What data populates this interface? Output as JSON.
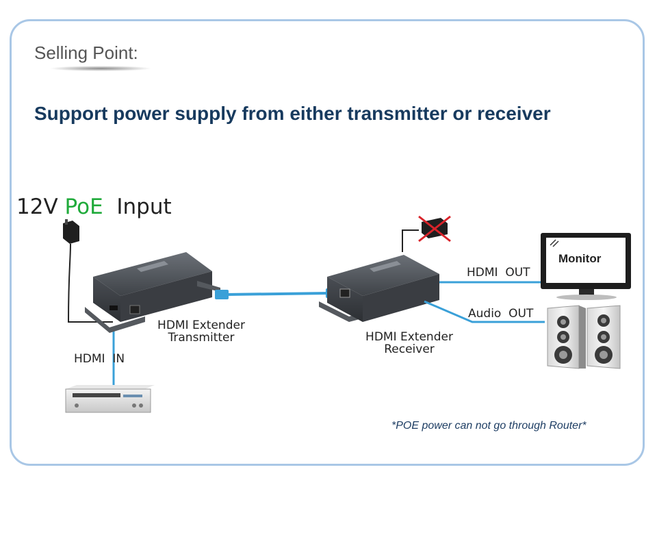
{
  "selling_point": "Selling Point:",
  "headline": "Support power supply from either transmitter or receiver",
  "power_input": {
    "prefix": "12V ",
    "poe": "PoE",
    "suffix": "  Input"
  },
  "labels": {
    "hdmi_in": "HDMI  IN",
    "transmitter_line1": "HDMI Extender",
    "transmitter_line2": "Transmitter",
    "receiver_line1": "HDMI Extender",
    "receiver_line2": "Receiver",
    "hdmi_out": "HDMI  OUT",
    "audio_out": "Audio  OUT",
    "monitor": "Monitor"
  },
  "note": "*POE power can not go through Router*",
  "colors": {
    "headline": "#173a5e",
    "poe": "#1faa3a",
    "cable": "#3aa0d8",
    "frame": "#a9c7e6",
    "no_symbol": "#d9232a"
  }
}
